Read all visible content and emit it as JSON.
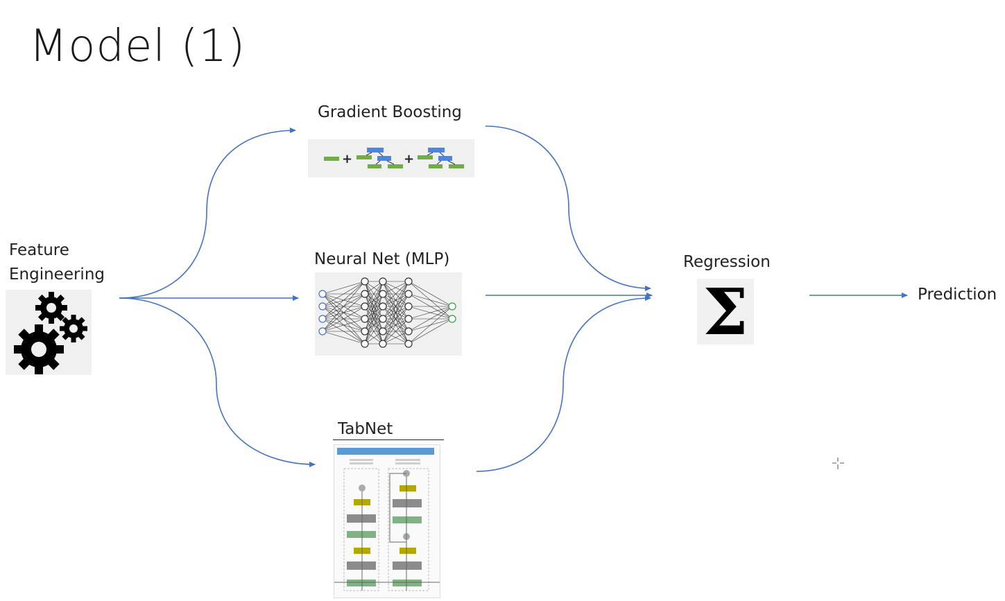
{
  "slide": {
    "title": "Model (1)"
  },
  "input": {
    "line1": "Feature",
    "line2": "Engineering",
    "icon": "gears-icon"
  },
  "models": {
    "gbm_label": "Gradient Boosting",
    "gbm_icon": "boosted-trees-icon",
    "mlp_label": "Neural Net (MLP)",
    "mlp_icon": "neural-network-icon",
    "tabnet_label": "TabNet",
    "tabnet_icon": "tabnet-architecture-icon"
  },
  "ensemble": {
    "label": "Regression",
    "symbol": "Σ"
  },
  "output": {
    "label": "Prediction"
  },
  "colors": {
    "arrow": "#4472c4",
    "tree_node_green": "#70ad47",
    "tree_node_blue": "#4a86e8",
    "background": "#ffffff"
  }
}
